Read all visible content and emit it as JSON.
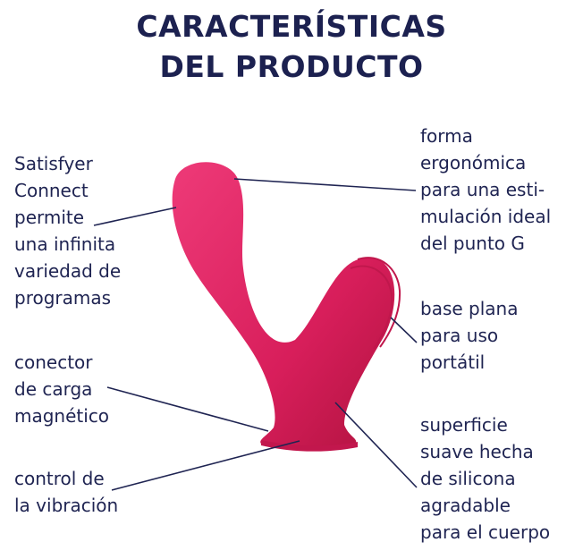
{
  "title": {
    "line1": "CARACTERÍSTICAS",
    "line2": "DEL PRODUCTO"
  },
  "colors": {
    "title": "#1c2150",
    "text": "#1f2452",
    "product": "#d81e5b",
    "callout_line": "#1f2452"
  },
  "callouts": {
    "app": [
      "Satisfyer",
      "Connect",
      "permite",
      "una infinita",
      "variedad de",
      "programas"
    ],
    "charger": [
      "conector",
      "de carga",
      "magnético"
    ],
    "control": [
      "control de",
      "la vibración"
    ],
    "shape": [
      "forma",
      "ergonómica",
      "para una esti-",
      "mulación ideal",
      "del punto G"
    ],
    "base": [
      "base plana",
      "para uso",
      "portátil"
    ],
    "surface": [
      "superficie",
      "suave hecha",
      "de silicona",
      "agradable",
      "para el cuerpo"
    ]
  }
}
